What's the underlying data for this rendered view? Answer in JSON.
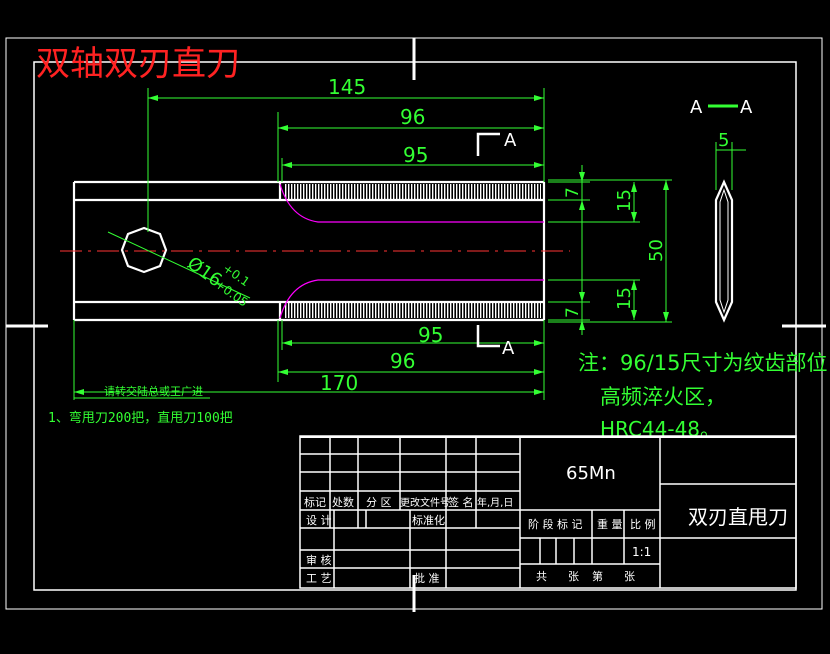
{
  "title": "双轴双刃直刀",
  "dims": {
    "d145": "145",
    "d96_top": "96",
    "d95_top": "95",
    "d7_top": "7",
    "d15_top": "15",
    "d50": "50",
    "d7_bottom": "7",
    "d15_bottom": "15",
    "d95_bottom": "95",
    "d96_bottom": "96",
    "d170": "170",
    "hole": "Ø16",
    "hole_tol_plus": "+0.1",
    "hole_tol_minus": "+0.05",
    "section_width": "5"
  },
  "section": {
    "label_top": "A",
    "label_bottom": "A",
    "view_label_left": "A",
    "view_label_right": "A"
  },
  "notes": {
    "note_line1": "注：96/15尺寸为纹齿部位",
    "note_line2": "高频淬火区，",
    "note_line3": "HRC44-48。",
    "small_label": "请转交陆总或王广进",
    "quantity_note": "1、弯甩刀200把，直甩刀100把"
  },
  "title_block": {
    "material": "65Mn",
    "part_name": "双刃直甩刀",
    "mark": "标记",
    "count": "处数",
    "zone": "分 区",
    "change_doc": "更改文件号",
    "sign": "签 名",
    "date": "年,月,日",
    "design": "设 计",
    "standardize": "标准化",
    "stage_mark": "阶 段 标 记",
    "weight": "重 量",
    "scale": "比 例",
    "scale_value": "1:1",
    "review": "审 核",
    "process": "工 艺",
    "approve": "批 准",
    "total": "共",
    "sheets": "张",
    "sheet_no": "第",
    "sheet_unit": "张"
  },
  "colors": {
    "dimension": "#33ff33",
    "outline": "#ffffff",
    "title": "#ff2222",
    "center_line": "#ff3333",
    "edge_curve": "#ff00ff"
  }
}
